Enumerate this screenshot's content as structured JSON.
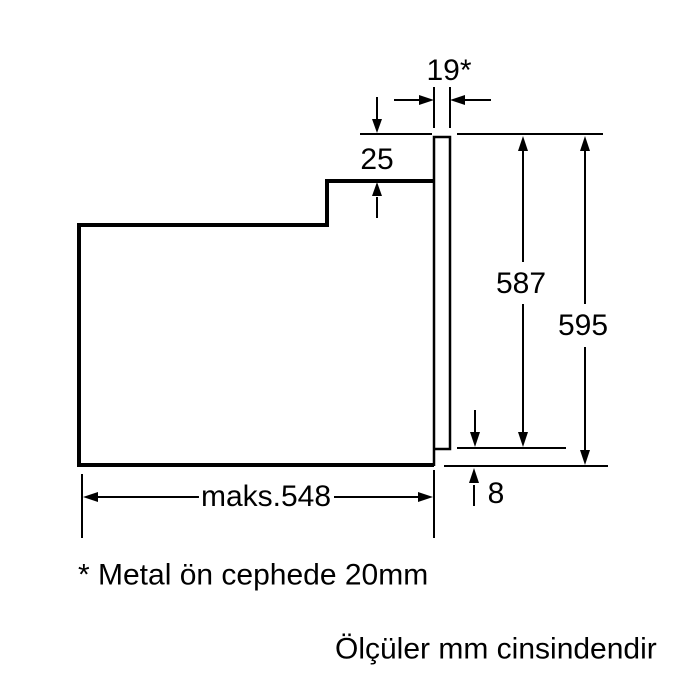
{
  "colors": {
    "line": "#000000",
    "text": "#000000",
    "background": "#ffffff"
  },
  "drawing": {
    "labels": {
      "front_thickness": "19*",
      "top_offset": "25",
      "niche_height": "587",
      "total_height": "595",
      "depth": "maks.548",
      "bottom_gap": "8"
    },
    "footnote": "* Metal ön cephede 20mm",
    "units_note": "Ölçüler mm cinsindendir"
  }
}
